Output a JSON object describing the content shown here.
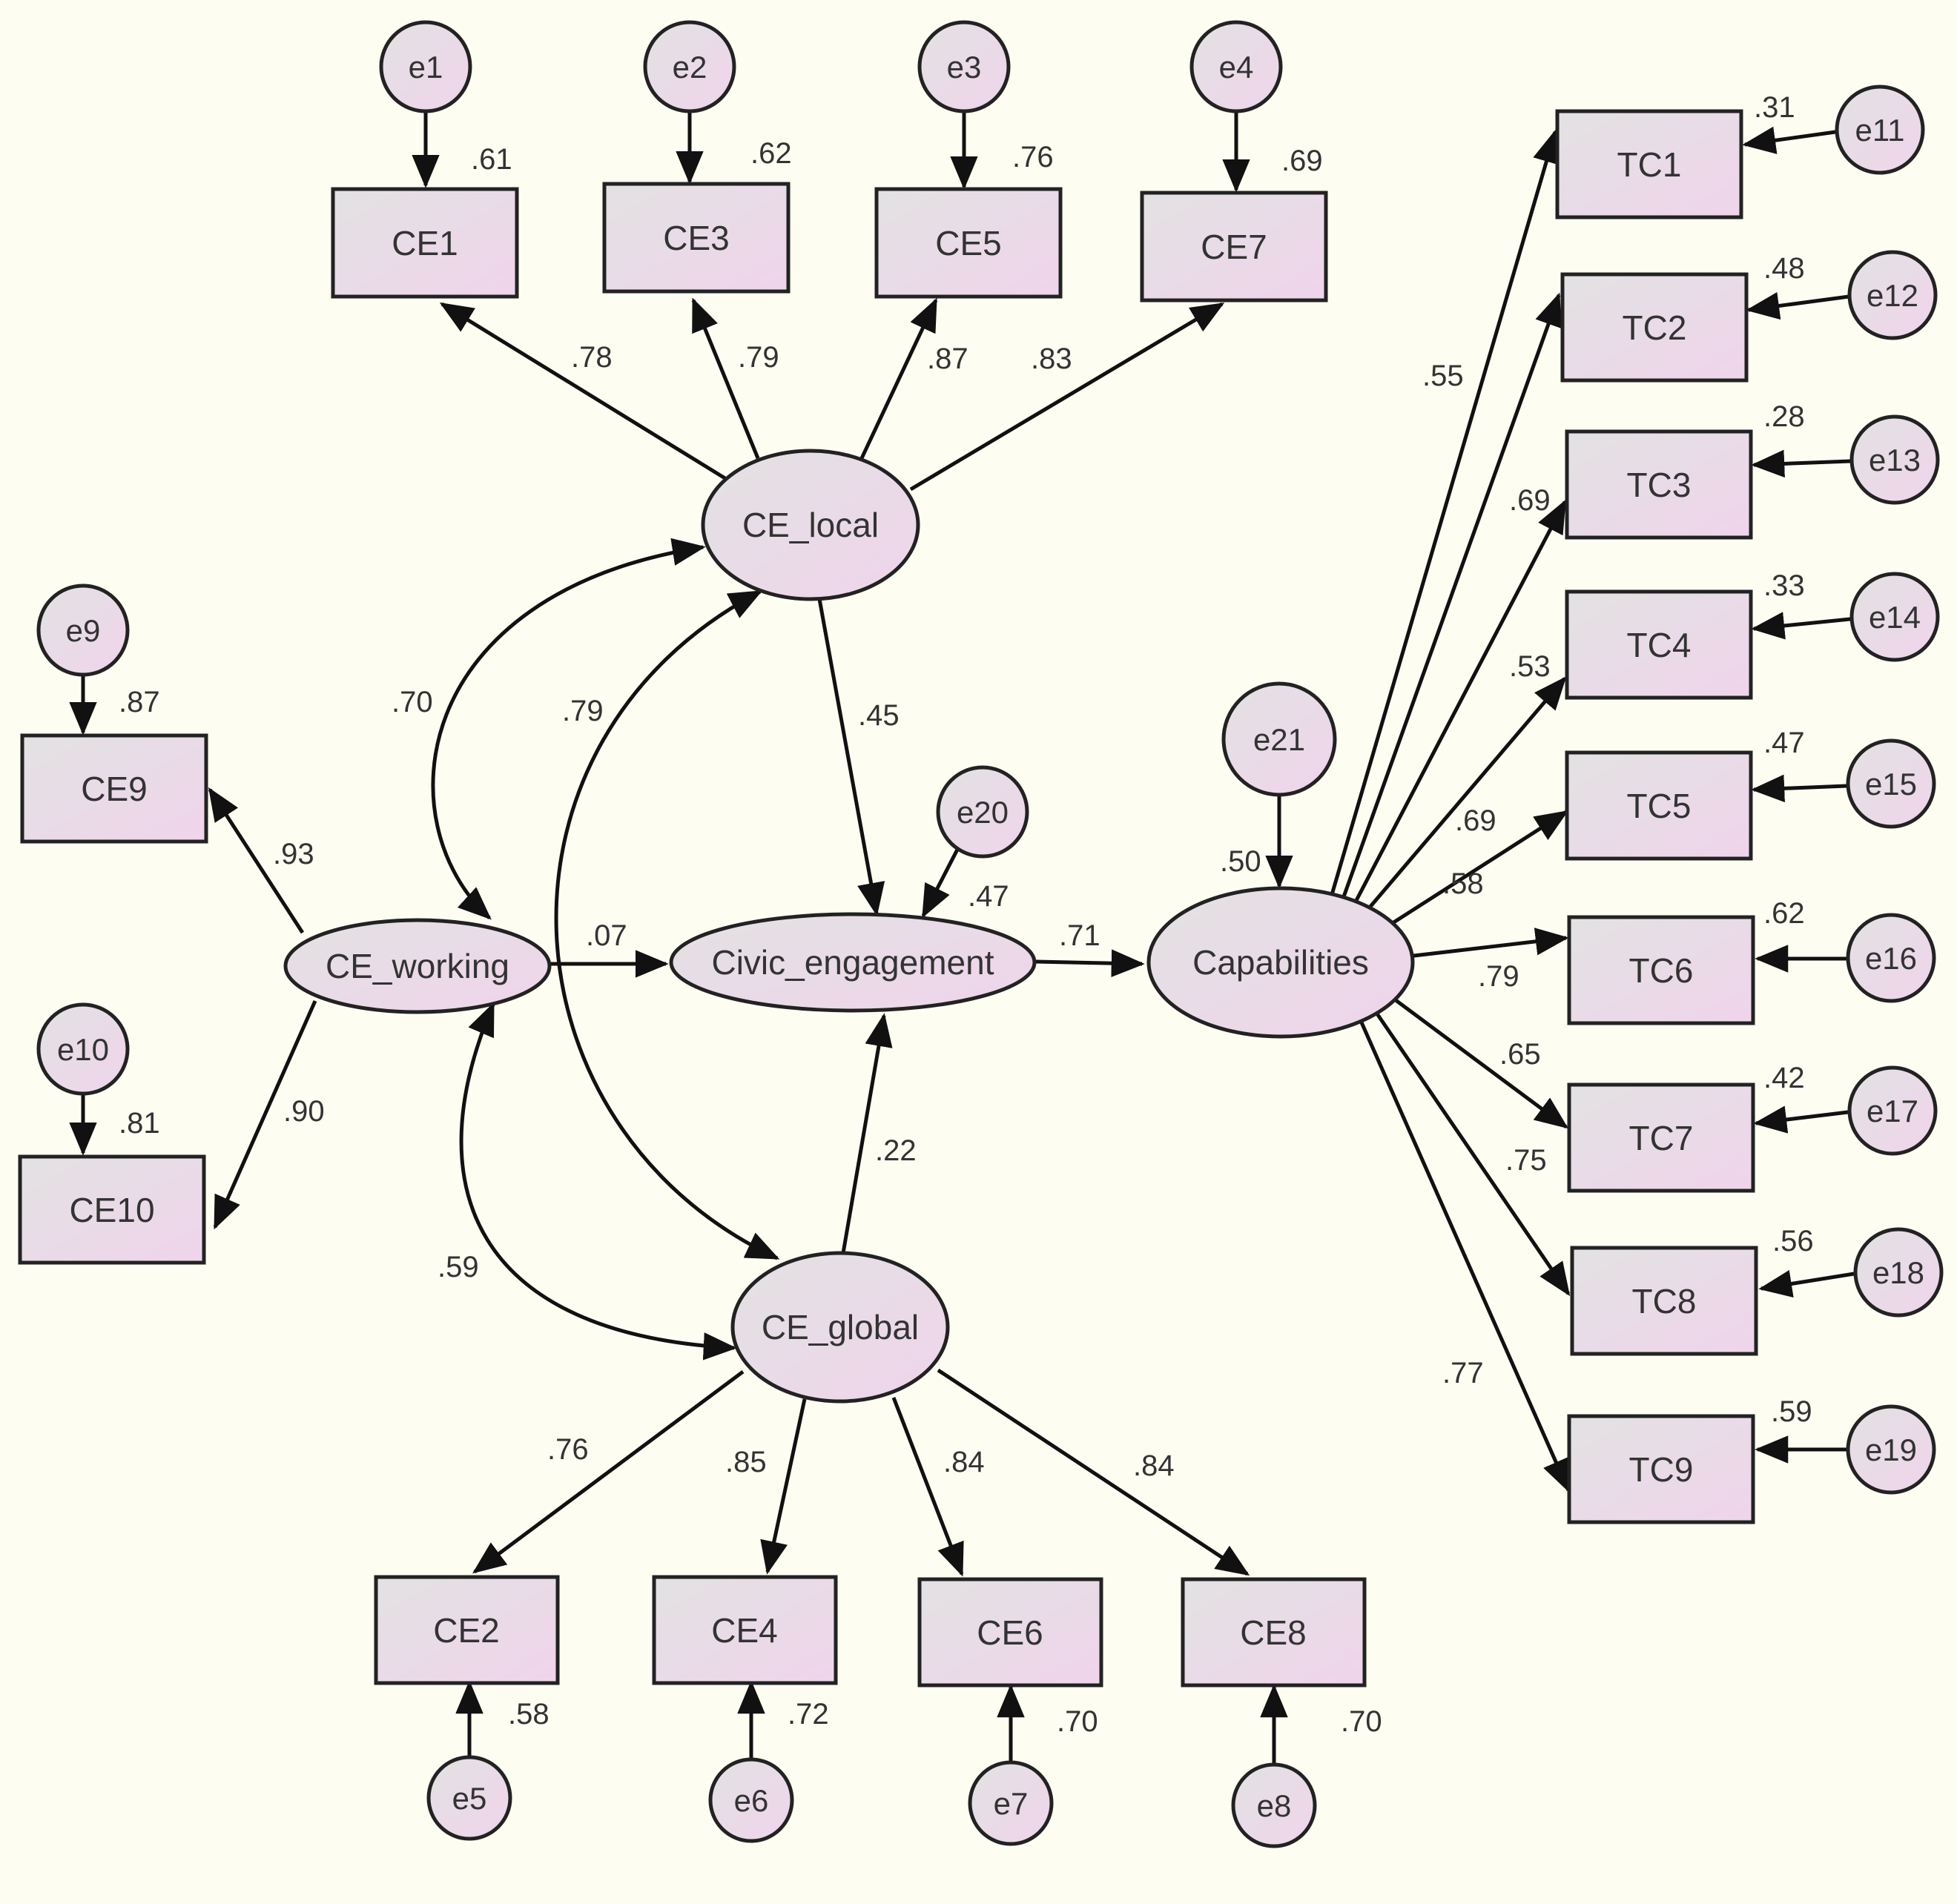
{
  "colors": {
    "background": "#fdfdf2",
    "node_fill_light": "#e4e4e4",
    "node_fill_pink": "#efd6ec",
    "stroke": "#222222",
    "text": "#333333"
  },
  "nodes": {
    "CE1": "CE1",
    "CE3": "CE3",
    "CE5": "CE5",
    "CE7": "CE7",
    "CE9": "CE9",
    "CE10": "CE10",
    "CE2": "CE2",
    "CE4": "CE4",
    "CE6": "CE6",
    "CE8": "CE8",
    "TC1": "TC1",
    "TC2": "TC2",
    "TC3": "TC3",
    "TC4": "TC4",
    "TC5": "TC5",
    "TC6": "TC6",
    "TC7": "TC7",
    "TC8": "TC8",
    "TC9": "TC9",
    "CE_local": "CE_local",
    "CE_working": "CE_working",
    "Civic_engagement": "Civic_engagement",
    "CE_global": "CE_global",
    "Capabilities": "Capabilities"
  },
  "errors": {
    "e1": "e1",
    "e2": "e2",
    "e3": "e3",
    "e4": "e4",
    "e5": "e5",
    "e6": "e6",
    "e7": "e7",
    "e8": "e8",
    "e9": "e9",
    "e10": "e10",
    "e11": "e11",
    "e12": "e12",
    "e13": "e13",
    "e14": "e14",
    "e15": "e15",
    "e16": "e16",
    "e17": "e17",
    "e18": "e18",
    "e19": "e19",
    "e20": "e20",
    "e21": "e21"
  },
  "r2": {
    "CE1": ".61",
    "CE3": ".62",
    "CE5": ".76",
    "CE7": ".69",
    "CE9": ".87",
    "CE10": ".81",
    "CE2": ".58",
    "CE4": ".72",
    "CE6": ".70",
    "CE8": ".70",
    "TC1": ".31",
    "TC2": ".48",
    "TC3": ".28",
    "TC4": ".33",
    "TC5": ".47",
    "TC6": ".62",
    "TC7": ".42",
    "TC8": ".56",
    "TC9": ".59",
    "Civic_engagement": ".47",
    "Capabilities": ".50"
  },
  "loadings": {
    "local_CE1": ".78",
    "local_CE3": ".79",
    "local_CE5": ".87",
    "local_CE7": ".83",
    "working_CE9": ".93",
    "working_CE10": ".90",
    "global_CE2": ".76",
    "global_CE4": ".85",
    "global_CE6": ".84",
    "global_CE8": ".84",
    "cap_TC1": ".55",
    "cap_TC2": "",
    "cap_TC3": ".69",
    "cap_TC4": ".53",
    "cap_TC5": ".69",
    "cap_TC6": ".58",
    "cap_TC7": ".79",
    "cap_TC8": ".65",
    "cap_TC9": ".75",
    "cap_extra": ".77"
  },
  "structural": {
    "local_civic": ".45",
    "working_civic": ".07",
    "global_civic": ".22",
    "civic_capabilities": ".71"
  },
  "correlations": {
    "local_working": ".70",
    "local_global": ".79",
    "working_global": ".59"
  }
}
